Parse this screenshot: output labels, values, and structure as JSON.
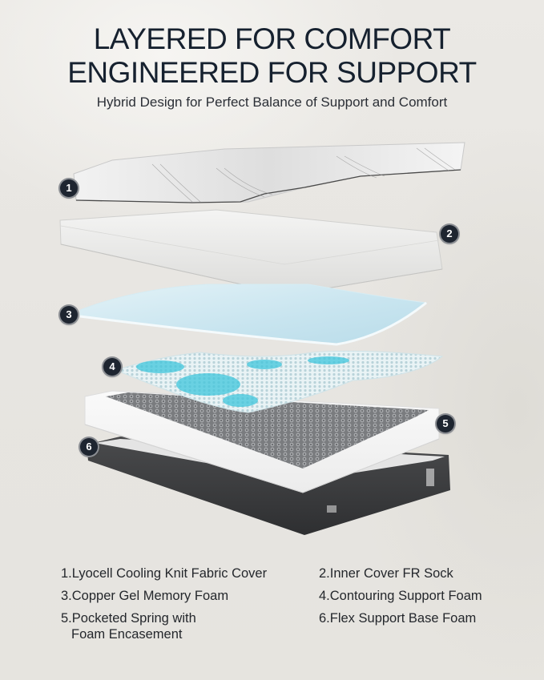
{
  "header": {
    "title_line1": "LAYERED FOR COMFORT",
    "title_line2": "ENGINEERED FOR SUPPORT",
    "subtitle": "Hybrid Design for Perfect Balance of Support and Comfort"
  },
  "diagram": {
    "badges": [
      {
        "number": "1",
        "layer": "Lyocell Cooling Knit Fabric Cover"
      },
      {
        "number": "2",
        "layer": "Inner Cover FR Sock"
      },
      {
        "number": "3",
        "layer": "Copper Gel Memory Foam"
      },
      {
        "number": "4",
        "layer": "Contouring Support Foam"
      },
      {
        "number": "5",
        "layer": "Pocketed Spring with Foam Encasement"
      },
      {
        "number": "6",
        "layer": "Flex Support Base Foam"
      }
    ],
    "colors": {
      "badge": "#1e2530",
      "gel_blue": "#cfe9f3",
      "support_cyan": "#3fc6dc",
      "base_dark": "#3a3b3d",
      "background": "#e8e6e2"
    }
  },
  "legend": {
    "items": [
      {
        "label": "1.Lyocell Cooling Knit Fabric Cover"
      },
      {
        "label": "2.Inner Cover FR Sock"
      },
      {
        "label": "3.Copper Gel Memory Foam"
      },
      {
        "label": "4.Contouring Support Foam"
      },
      {
        "label_line1": "5.Pocketed Spring with",
        "label_line2": "Foam Encasement"
      },
      {
        "label": "6.Flex Support Base Foam"
      }
    ]
  }
}
